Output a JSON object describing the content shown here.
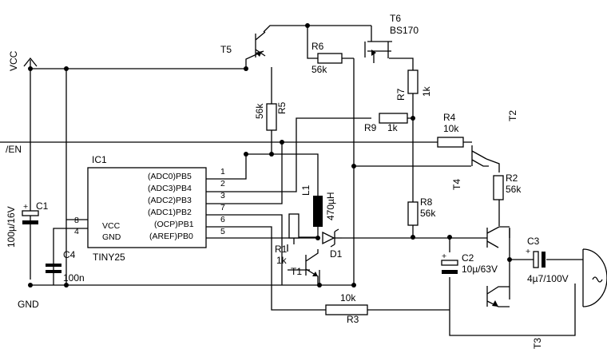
{
  "nets": {
    "vcc": "VCC",
    "gnd": "GND",
    "en": "/EN"
  },
  "ic": {
    "ref": "IC1",
    "part": "TINY25",
    "vcc_pin_label": "VCC",
    "gnd_pin_label": "GND",
    "vcc_pin_no": "8",
    "gnd_pin_no": "4",
    "pins": [
      {
        "label": "(ADC0)PB5",
        "no": "1"
      },
      {
        "label": "(ADC3)PB4",
        "no": "2"
      },
      {
        "label": "(ADC2)PB3",
        "no": "3"
      },
      {
        "label": "(ADC1)PB2",
        "no": "7"
      },
      {
        "label": "(OCP)PB1",
        "no": "6"
      },
      {
        "label": "(AREF)PB0",
        "no": "5"
      }
    ]
  },
  "components": {
    "c1": {
      "ref": "C1",
      "value": "100µ/16V"
    },
    "c2": {
      "ref": "C2",
      "value": "10µ/63V"
    },
    "c3": {
      "ref": "C3",
      "value": "4µ7/100V"
    },
    "c4": {
      "ref": "C4",
      "value": "100n"
    },
    "r1": {
      "ref": "R1",
      "value": "1k"
    },
    "r2": {
      "ref": "R2",
      "value": "56k"
    },
    "r3": {
      "ref": "R3",
      "value": "10k"
    },
    "r4": {
      "ref": "R4",
      "value": "10k"
    },
    "r5": {
      "ref": "R5",
      "value": "56k"
    },
    "r6": {
      "ref": "R6",
      "value": "56k"
    },
    "r7": {
      "ref": "R7",
      "value": "1k"
    },
    "r8": {
      "ref": "R8",
      "value": "56k"
    },
    "r9": {
      "ref": "R9",
      "value": "1k"
    },
    "l1": {
      "ref": "L1",
      "value": "470µH"
    },
    "d1": {
      "ref": "D1"
    },
    "t1": {
      "ref": "T1"
    },
    "t2": {
      "ref": "T2"
    },
    "t3": {
      "ref": "T3"
    },
    "t4": {
      "ref": "T4"
    },
    "t5": {
      "ref": "T5"
    },
    "t6": {
      "ref": "T6",
      "value": "BS170"
    }
  }
}
